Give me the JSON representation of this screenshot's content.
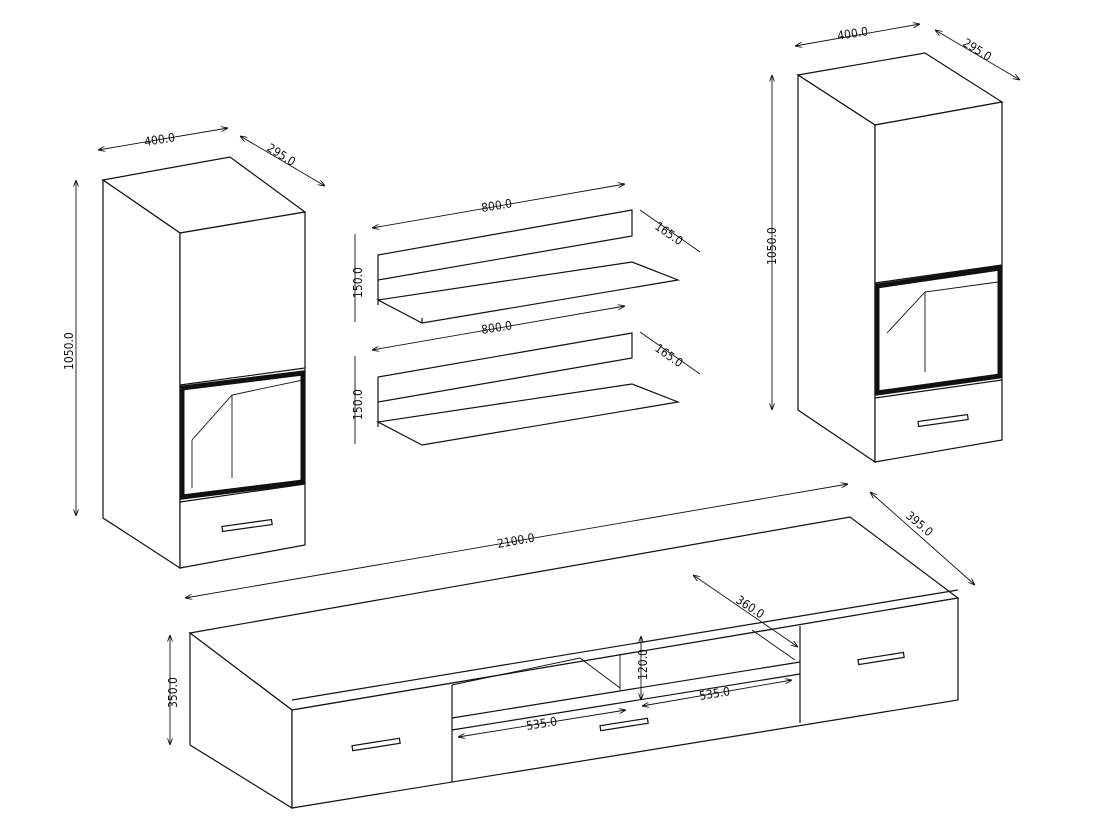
{
  "left_cabinet": {
    "width": "400.0",
    "depth": "295.0",
    "height": "1050.0"
  },
  "shelf_top": {
    "width": "800.0",
    "depth": "165.0",
    "height": "150.0"
  },
  "shelf_bottom": {
    "width": "800.0",
    "depth": "165.0",
    "height": "150.0"
  },
  "right_cabinet": {
    "width": "400.0",
    "depth": "295.0",
    "height": "1050.0"
  },
  "tv_stand": {
    "width": "2100.0",
    "depth": "395.0",
    "height": "350.0",
    "inner_depth": "360.0",
    "niche_height": "120.0",
    "niche_left_width": "535.0",
    "niche_right_width": "535.0"
  }
}
